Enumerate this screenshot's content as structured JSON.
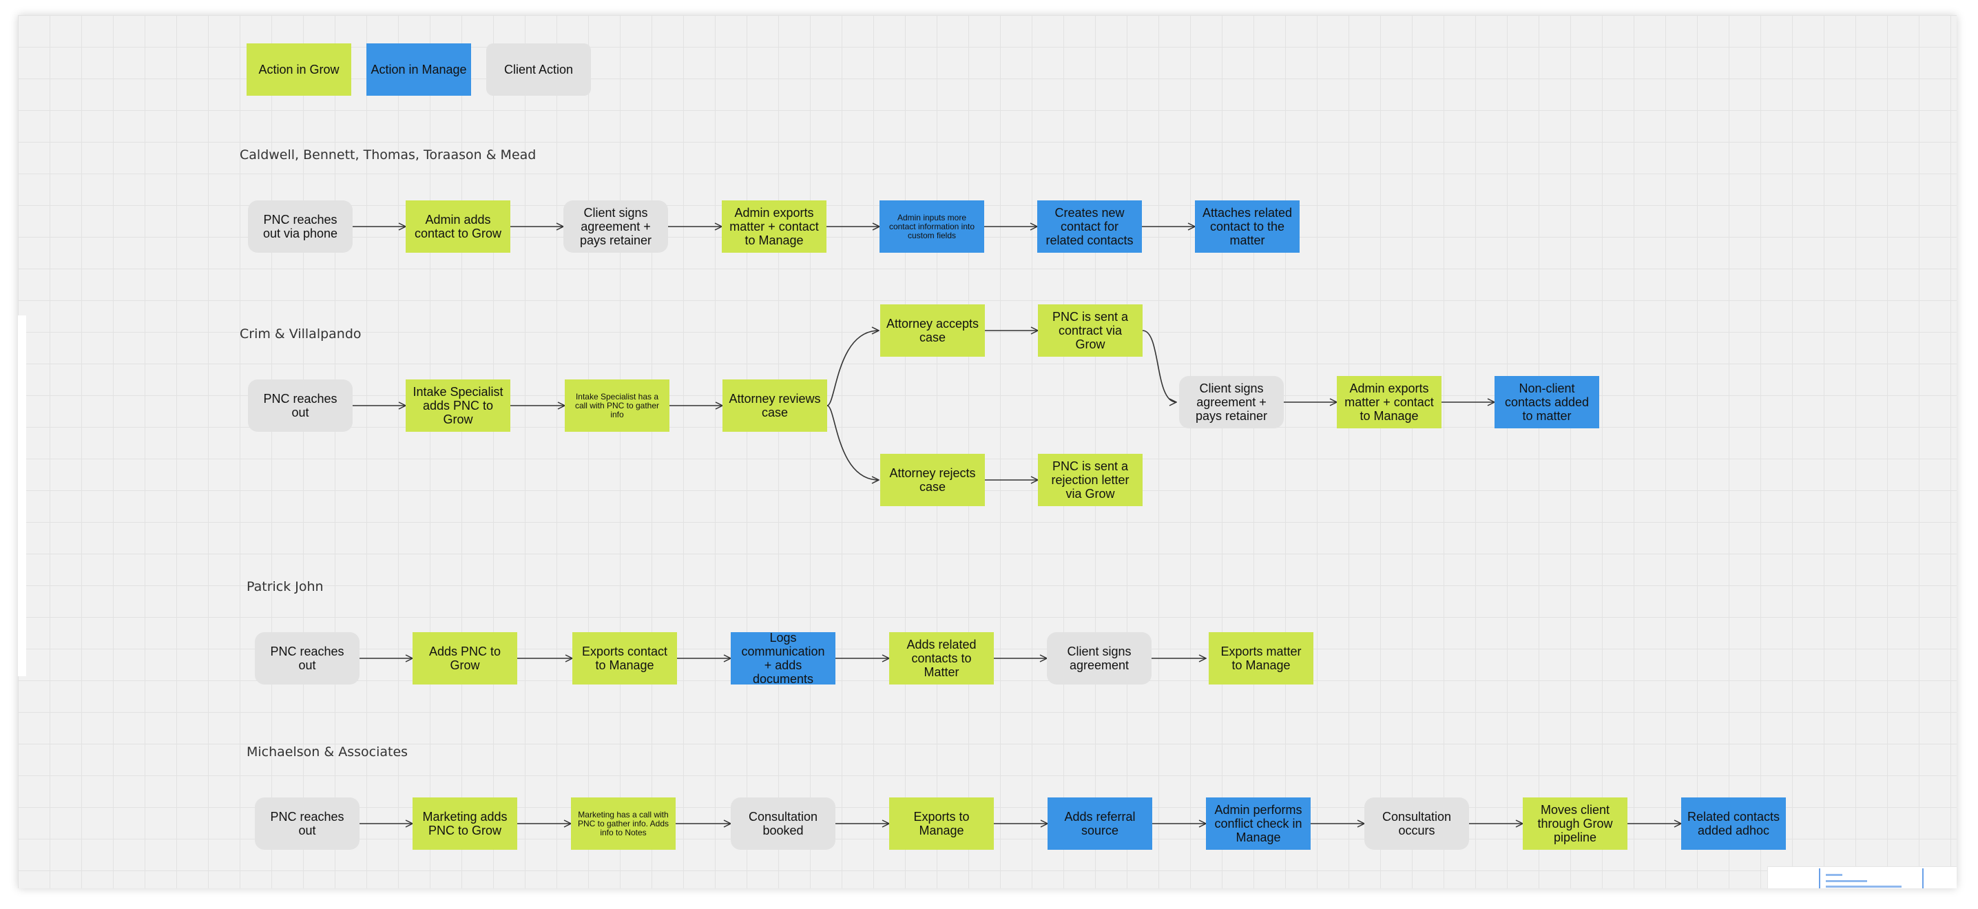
{
  "legend": {
    "grow": "Action in Grow",
    "manage": "Action in Manage",
    "client": "Client Action"
  },
  "sections": {
    "caldwell": {
      "title": "Caldwell, Bennett, Thomas, Toraason & Mead",
      "nodes": [
        "PNC reaches out via phone",
        "Admin adds contact to Grow",
        "Client signs agreement + pays retainer",
        "Admin exports matter + contact to Manage",
        "Admin inputs more contact information into custom fields",
        "Creates new contact for related contacts",
        "Attaches related contact to the matter"
      ]
    },
    "crim": {
      "title": "Crim & Villalpando",
      "nodes": [
        "PNC reaches out",
        "Intake Specialist adds PNC to Grow",
        "Intake Specialist has a call with PNC to gather info",
        "Attorney reviews case",
        "Attorney accepts case",
        "PNC is sent a contract via Grow",
        "Attorney rejects case",
        "PNC is sent a rejection letter via Grow",
        "Client signs agreement + pays retainer",
        "Admin exports matter + contact to Manage",
        "Non-client contacts added to matter"
      ]
    },
    "patrick": {
      "title": "Patrick John",
      "nodes": [
        "PNC reaches out",
        "Adds PNC to Grow",
        "Exports contact to Manage",
        "Logs communication + adds documents",
        "Adds related contacts to Matter",
        "Client signs agreement",
        "Exports matter to Manage"
      ]
    },
    "michaelson": {
      "title": "Michaelson & Associates",
      "nodes": [
        "PNC reaches out",
        "Marketing adds PNC to Grow",
        "Marketing has a call with PNC to gather info. Adds info to Notes",
        "Consultation booked",
        "Exports to Manage",
        "Adds referral source",
        "Admin performs conflict check in Manage",
        "Consultation occurs",
        "Moves client through Grow pipeline",
        "Related contacts added adhoc"
      ]
    }
  },
  "colors": {
    "grow": "#cde54e",
    "manage": "#3a94e6",
    "client": "#e2e2e2",
    "canvas": "#f1f1f1"
  }
}
